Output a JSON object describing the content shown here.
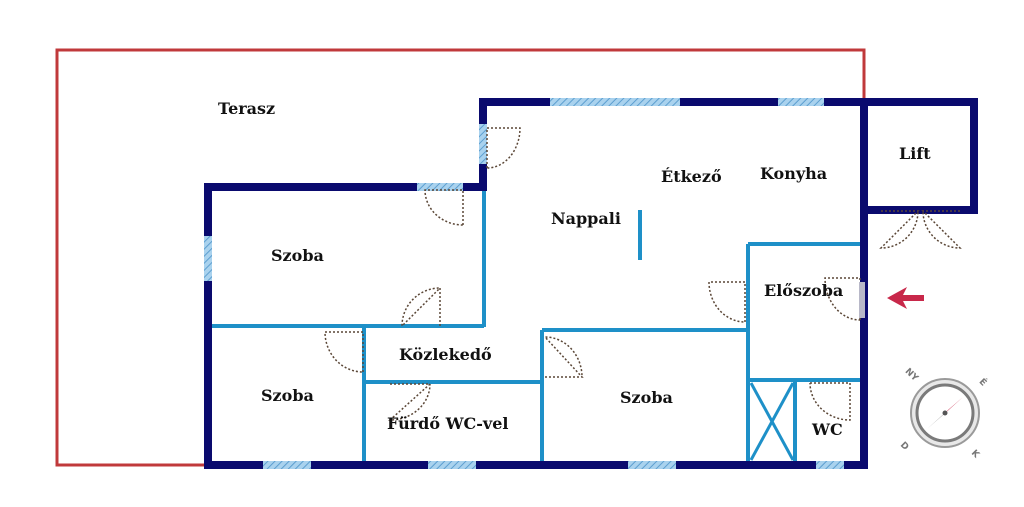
{
  "plan": {
    "rooms": [
      {
        "id": "terasz",
        "label": "Terasz"
      },
      {
        "id": "etkezo",
        "label": "Étkező"
      },
      {
        "id": "konyha",
        "label": "Konyha"
      },
      {
        "id": "lift",
        "label": "Lift"
      },
      {
        "id": "nappali",
        "label": "Nappali"
      },
      {
        "id": "szoba1",
        "label": "Szoba"
      },
      {
        "id": "eloszoba",
        "label": "Előszoba"
      },
      {
        "id": "kozlekedo",
        "label": "Közlekedő"
      },
      {
        "id": "szoba2",
        "label": "Szoba"
      },
      {
        "id": "szoba3",
        "label": "Szoba"
      },
      {
        "id": "furdo",
        "label": "Fürdő WC-vel"
      },
      {
        "id": "wc",
        "label": "WC"
      }
    ],
    "compass": {
      "n": "É",
      "s": "D",
      "e": "K",
      "w": "NY"
    },
    "colors": {
      "terrace_outline": "#c0393b",
      "outer_wall": "#0a0a6e",
      "inner_wall": "#1e90c8",
      "window": "#7fb8e0",
      "door_swing": "#5a4636",
      "entrance_arrow": "#c8284a",
      "compass_needle": "#c8284a"
    }
  }
}
